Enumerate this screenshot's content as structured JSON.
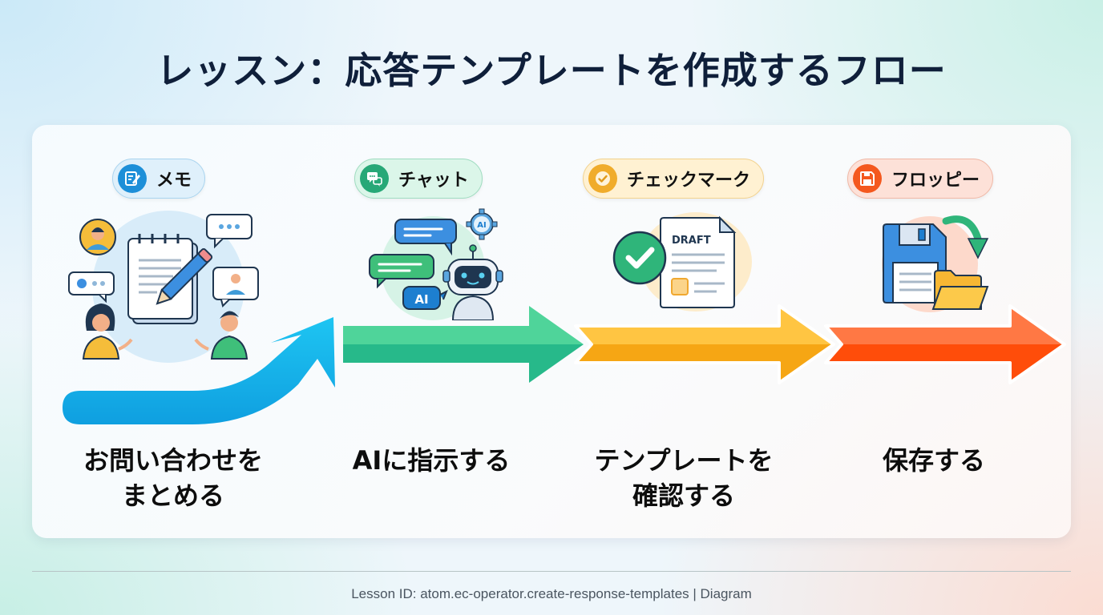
{
  "title": "レッスン：応答テンプレートを作成するフロー",
  "steps": [
    {
      "pill_label": "メモ",
      "pill_icon": "memo-icon",
      "illustration": "notepad-with-pencil-and-people-icon",
      "label": "お問い合わせを\nまとめる",
      "color": "#1a9be6"
    },
    {
      "pill_label": "チャット",
      "pill_icon": "chat-icon",
      "illustration": "ai-robot-chat-icon",
      "illustration_text": [
        "AI",
        "AI"
      ],
      "label": "AIに指示する",
      "color": "#2dbb85"
    },
    {
      "pill_label": "チェックマーク",
      "pill_icon": "checkmark-icon",
      "illustration": "draft-document-check-icon",
      "illustration_text": [
        "DRAFT"
      ],
      "label": "テンプレートを\n確認する",
      "color": "#f5a820"
    },
    {
      "pill_label": "フロッピー",
      "pill_icon": "floppy-icon",
      "illustration": "floppy-folder-save-icon",
      "label": "保存する",
      "color": "#ff5a1f"
    }
  ],
  "footer": "Lesson ID: atom.ec-operator.create-response-templates | Diagram"
}
